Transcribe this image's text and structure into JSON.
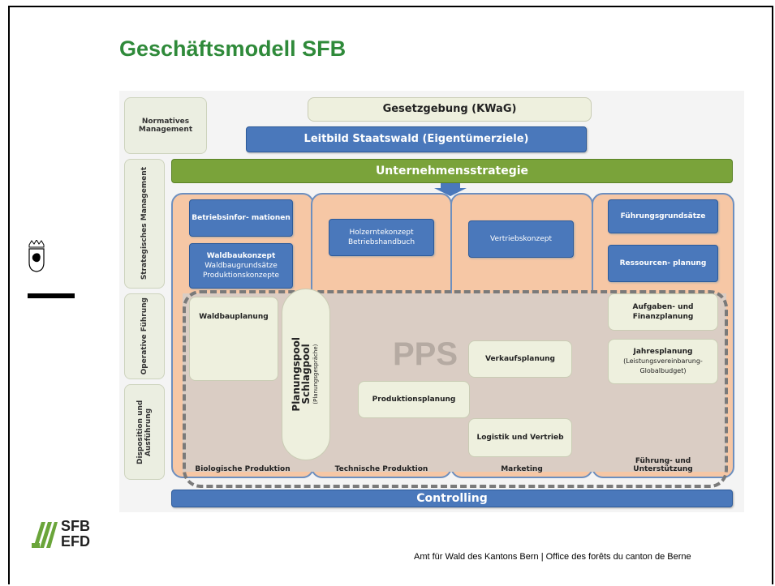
{
  "slide": {
    "title": "Geschäftsmodell SFB",
    "footer": "Amt für Wald des Kantons Bern | Office des forêts du canton de Berne"
  },
  "logo": {
    "line1": "SFB",
    "line2": "EFD"
  },
  "diagram": {
    "left_labels": [
      "Normatives Management",
      "Strategisches Management",
      "Operative Führung",
      "Disposition und Ausführung"
    ],
    "gesetzgebung": "Gesetzgebung (KWaG)",
    "leitbild": "Leitbild Staatswald (Eigentümerziele)",
    "strategie": "Unternehmensstrategie",
    "controlling": "Controlling",
    "pps": "PPS",
    "columns": [
      "Biologische Produktion",
      "Technische Produktion",
      "Marketing",
      "Führung- und Unterstützung"
    ],
    "blue_boxes": {
      "betriebsinfo": "Betriebsinfor- mationen",
      "waldbau_title": "Waldbaukonzept",
      "waldbau_sub": "Waldbaugrundsätze Produktionskonzepte",
      "holzernte": "Holzerntekonzept Betriebshandbuch",
      "vertrieb": "Vertriebskonzept",
      "fuehrung": "Führungsgrundsätze",
      "ressourcen": "Ressourcen- planung"
    },
    "cream_boxes": {
      "waldbauplanung": "Waldbauplanung",
      "planungspool": "Planungspool",
      "schlagpool": "Schlagpool",
      "planungsgespraeche": "(Planungsgespräche)",
      "produktionsplanung": "Produktionsplanung",
      "verkaufsplanung": "Verkaufsplanung",
      "logistik": "Logistik und Vertrieb",
      "aufgaben": "Aufgaben- und Finanzplanung",
      "jahres_title": "Jahresplanung",
      "jahres_sub": "(Leistungsvereinbarung- Globalbudget)"
    }
  },
  "colors": {
    "title": "#2f8a3a",
    "blue": "#4a78bb",
    "green": "#7aa33a",
    "peach": "#f6c7a5",
    "cream": "#eef0de"
  }
}
